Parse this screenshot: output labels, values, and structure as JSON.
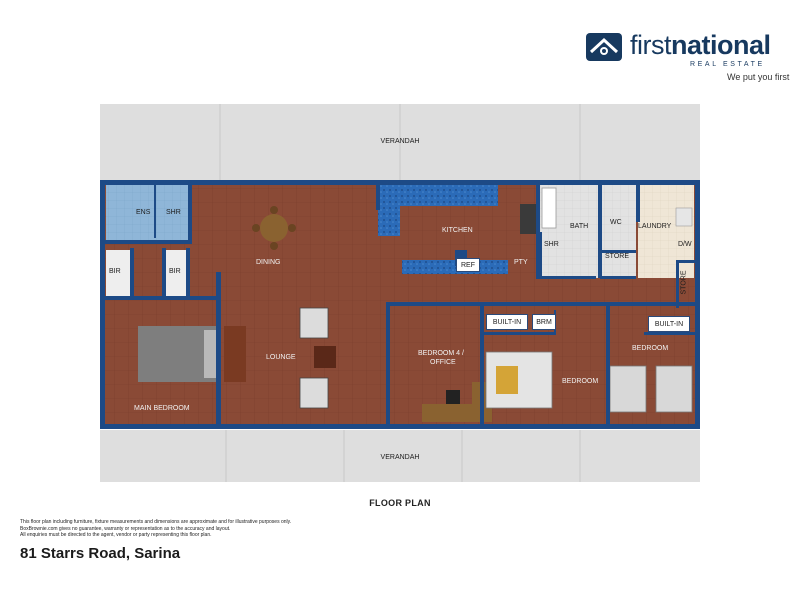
{
  "brand": {
    "name_light": "first",
    "name_bold": "national",
    "subtitle": "REAL ESTATE",
    "tagline": "We put you first",
    "color": "#17395f"
  },
  "plan": {
    "rooms": {
      "verandah_top": "VERANDAH",
      "verandah_bottom": "VERANDAH",
      "ens": "ENS",
      "shr_ensuite": "SHR",
      "bir_left": "BIR",
      "bir_right": "BIR",
      "dining": "DINING",
      "lounge": "LOUNGE",
      "main_bedroom": "MAIN BEDROOM",
      "kitchen": "KITCHEN",
      "ref": "REF",
      "pty": "PTY",
      "bath": "BATH",
      "shr_bath": "SHR",
      "wc": "WC",
      "laundry": "LAUNDRY",
      "store_laundry": "STORE",
      "dw": "D/W",
      "store_side": "STORE",
      "built_in_1": "BUILT-IN",
      "brm": "BRM",
      "built_in_2": "BUILT-IN",
      "bedroom4_line1": "BEDROOM 4 /",
      "bedroom4_line2": "OFFICE",
      "bedroom_mid": "BEDROOM",
      "bedroom_right": "BEDROOM"
    },
    "colors": {
      "wall": "#1d4a86",
      "floor": "#8a4a36",
      "bench": "#2b6bb8",
      "wet_tile": "#dcdcdc",
      "verandah": "#dedede"
    }
  },
  "floor_plan_title": "FLOOR PLAN",
  "disclaimer": [
    "This floor plan including furniture, fixture measurements and dimensions are approximate and for illustrative purposes only.",
    "BoxBrownie.com gives no guarantee, warranty or representation as to the accuracy and layout.",
    "All enquiries must be directed to the agent, vendor or party representing this floor plan."
  ],
  "address": "81 Starrs Road, Sarina"
}
